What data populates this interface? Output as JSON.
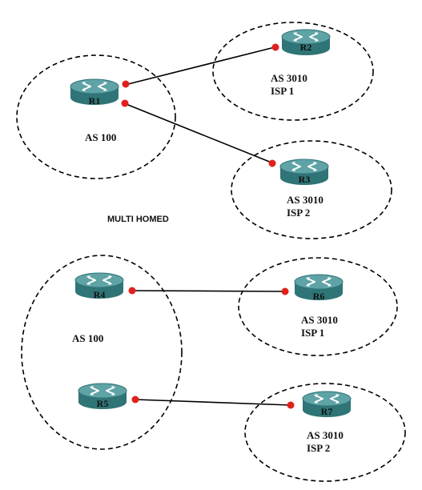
{
  "diagram": {
    "caption": "MULTI HOMED",
    "top": {
      "customer_as": "AS 100",
      "isp_a": {
        "as": "AS 3010",
        "name": "ISP 1"
      },
      "isp_b": {
        "as": "AS 3010",
        "name": "ISP 2"
      },
      "routers": {
        "r1": "R1",
        "r2": "R2",
        "r3": "R3"
      }
    },
    "bottom": {
      "customer_as": "AS 100",
      "isp_a": {
        "as": "AS 3010",
        "name": "ISP 1"
      },
      "isp_b": {
        "as": "AS 3010",
        "name": "ISP 2"
      },
      "routers": {
        "r4": "R4",
        "r5": "R5",
        "r6": "R6",
        "r7": "R7"
      }
    },
    "colors": {
      "router_top": "#5fa3a6",
      "router_side": "#2f7476",
      "port": "#e0211b",
      "link": "#000000"
    }
  }
}
